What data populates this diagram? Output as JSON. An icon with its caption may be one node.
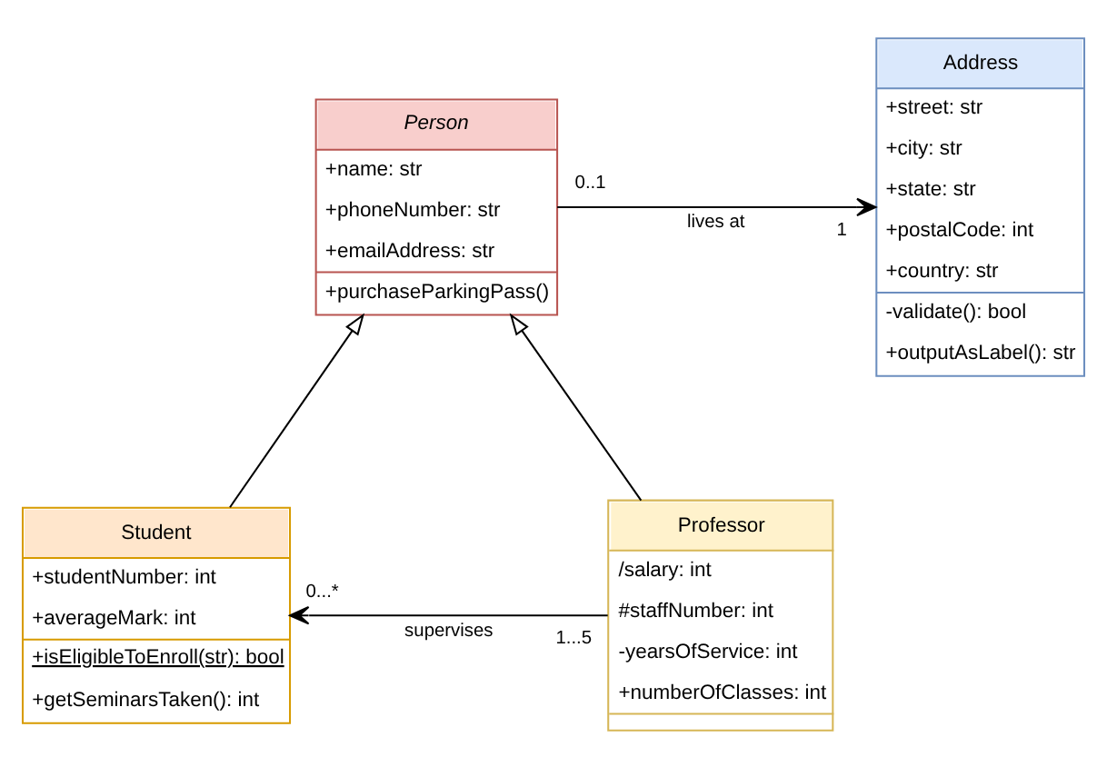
{
  "diagram": {
    "nodes": [
      {
        "text": [
          "Person",
          "+name: str",
          "+phoneNumber: str",
          "+emailAddress: str",
          "+purchaseParkingPass()"
        ]
      },
      {
        "text": [
          "Address",
          "+street: str",
          "+city: str",
          "+state: str",
          "+postalCode: int",
          "+country: str",
          "-validate(): bool",
          "+outputAsLabel(): str"
        ]
      },
      {
        "text": [
          "Student",
          "+studentNumber: int",
          "+averageMark: int",
          "+isEligibleToEnroll(str): bool",
          "+getSeminarsTaken(): int"
        ]
      },
      {
        "text": [
          "Professor",
          "/salary: int",
          "#staffNumber: int",
          "-yearsOfService: int",
          "+numberOfClasses: int"
        ]
      }
    ],
    "edges": [
      {
        "from": 0,
        "to": 1,
        "arrow": "to",
        "label": "lives at"
      },
      {
        "from": 2,
        "to": 0,
        "arrow": "to"
      },
      {
        "from": 3,
        "to": 0,
        "arrow": "to"
      },
      {
        "from": 3,
        "to": 2,
        "arrow": "to",
        "label": "supervises"
      }
    ],
    "labels": [
      "0..1",
      "1",
      "0...*",
      "1...5"
    ]
  }
}
